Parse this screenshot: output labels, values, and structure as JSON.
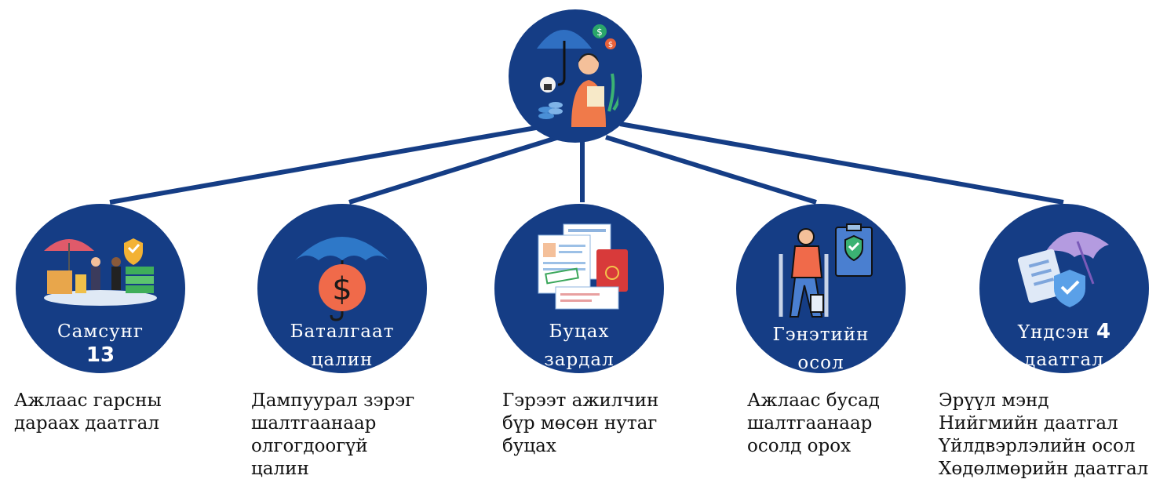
{
  "nodes": [
    {
      "title": "Самсунг",
      "number": "13",
      "description": "Ажлаас гарсны\nдараах даатгал",
      "icon": "insurance-handshake-icon"
    },
    {
      "title": "Баталгаат",
      "title2": "цалин",
      "description": "Дампуурал зэрэг\nшалтгаанаар\nолгогдоогүй\nцалин",
      "icon": "umbrella-dollar-icon"
    },
    {
      "title": "Буцах",
      "title2": "зардал",
      "description": "Гэрээт ажилчин\nбүр мөсөн нутаг\nбуцах",
      "icon": "visa-passport-documents-icon"
    },
    {
      "title": "Гэнэтийн",
      "title2": "осол",
      "description": "Ажлаас бусад\nшалтгаанаар\nосолд орох",
      "icon": "injured-person-icon"
    },
    {
      "title": "Үндсэн",
      "number": "4",
      "title2": "даатгал",
      "description": "Эрүүл мэнд\nНийгмийн даатгал\nҮйлдвэрлэлийн осол\nХөдөлмөрийн даатгал",
      "icon": "insurance-umbrella-shield-icon"
    }
  ],
  "root": {
    "icon": "insurance-agent-icon"
  },
  "colors": {
    "circle": "#153d85",
    "connector": "#153d85",
    "label": "#ffffff",
    "description": "#111111"
  }
}
